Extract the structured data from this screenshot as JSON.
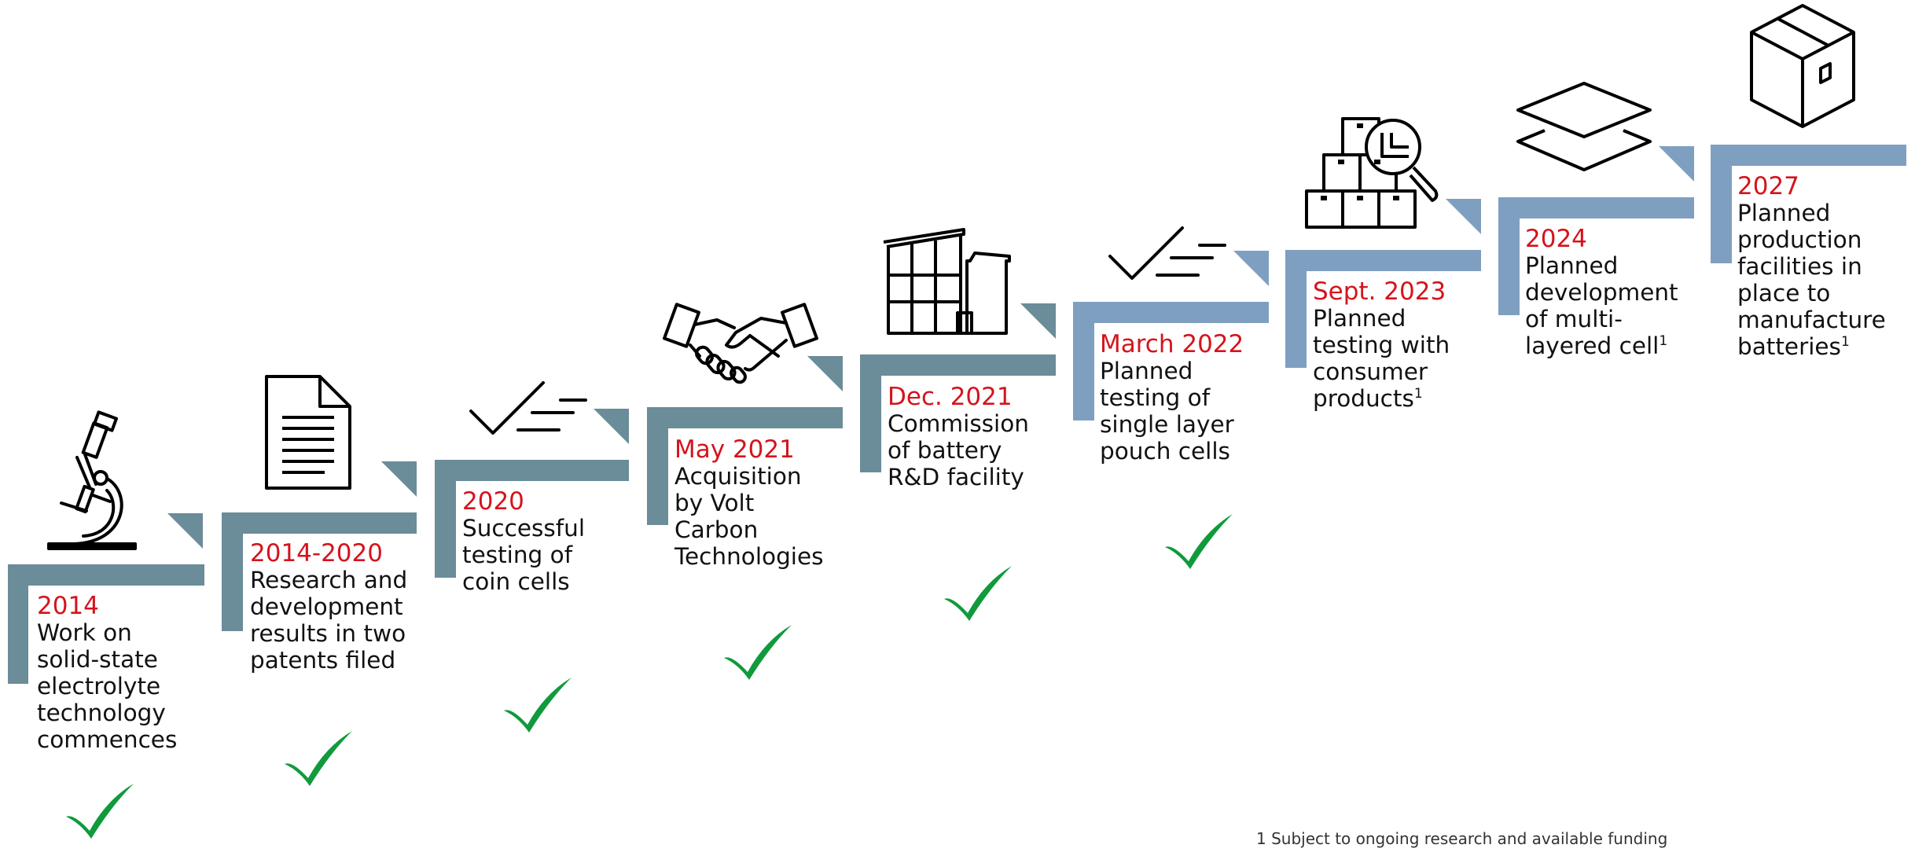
{
  "colors": {
    "accent_red": "#d4141c",
    "completed_bar": "#6b8c99",
    "planned_bar": "#7f9fc1",
    "check_green": "#109a3c",
    "text": "#111111"
  },
  "steps": [
    {
      "year": "2014",
      "description": "Work on\nsolid-state\nelectrolyte\ntechnology\ncommences",
      "footnote_mark": "",
      "icon": "microscope-icon",
      "status": "completed"
    },
    {
      "year": "2014-2020",
      "description": "Research and\ndevelopment\nresults in two\npatents filed",
      "footnote_mark": "",
      "icon": "document-icon",
      "status": "completed"
    },
    {
      "year": "2020",
      "description": "Successful\ntesting of\ncoin cells",
      "footnote_mark": "",
      "icon": "checklist-icon",
      "status": "completed"
    },
    {
      "year": "May 2021",
      "description": "Acquisition\nby Volt\nCarbon\nTechnologies",
      "footnote_mark": "",
      "icon": "handshake-icon",
      "status": "completed"
    },
    {
      "year": "Dec. 2021",
      "description": "Commission\nof battery\nR&D facility",
      "footnote_mark": "",
      "icon": "factory-icon",
      "status": "completed"
    },
    {
      "year": "March 2022",
      "description": "Planned\ntesting of\nsingle layer\npouch cells",
      "footnote_mark": "",
      "icon": "checklist-icon",
      "status": "completed"
    },
    {
      "year": "Sept. 2023",
      "description": "Planned\ntesting with\nconsumer\nproducts",
      "footnote_mark": "1",
      "icon": "boxes-magnifier-icon",
      "status": "planned"
    },
    {
      "year": "2024",
      "description": "Planned\ndevelopment\nof multi-\nlayered cell",
      "footnote_mark": "1",
      "icon": "layers-icon",
      "status": "planned"
    },
    {
      "year": "2027",
      "description": "Planned\nproduction\nfacilities in\nplace to\nmanufacture\nbatteries",
      "footnote_mark": "1",
      "icon": "box-icon",
      "status": "planned"
    }
  ],
  "footnote": "1 Subject to ongoing research and available funding"
}
